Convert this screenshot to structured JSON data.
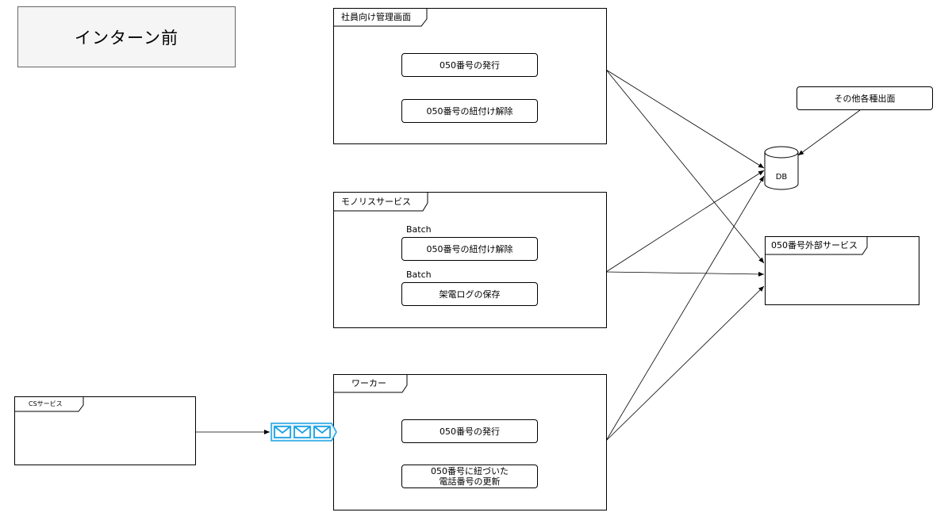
{
  "title": "インターン前",
  "frames": {
    "admin": {
      "label": "社員向け管理画面",
      "items": [
        "050番号の発行",
        "050番号の紐付け解除"
      ]
    },
    "monolith": {
      "label": "モノリスサービス",
      "batch_labels": [
        "Batch",
        "Batch"
      ],
      "items": [
        "050番号の紐付け解除",
        "架電ログの保存"
      ]
    },
    "worker": {
      "label": "ワーカー",
      "items": [
        "050番号の発行",
        "050番号に紐づいた",
        "電話番号の更新"
      ]
    },
    "cs": {
      "label": "CSサービス"
    },
    "external": {
      "label": "050番号外部サービス"
    }
  },
  "other_output": "その他各種出面",
  "db_label": "DB",
  "colors": {
    "queue": "#1ba1e2",
    "title_bg": "#f5f5f5",
    "stroke": "#000000"
  },
  "icons": {
    "queue": "message-queue-icon",
    "db": "database-icon"
  }
}
